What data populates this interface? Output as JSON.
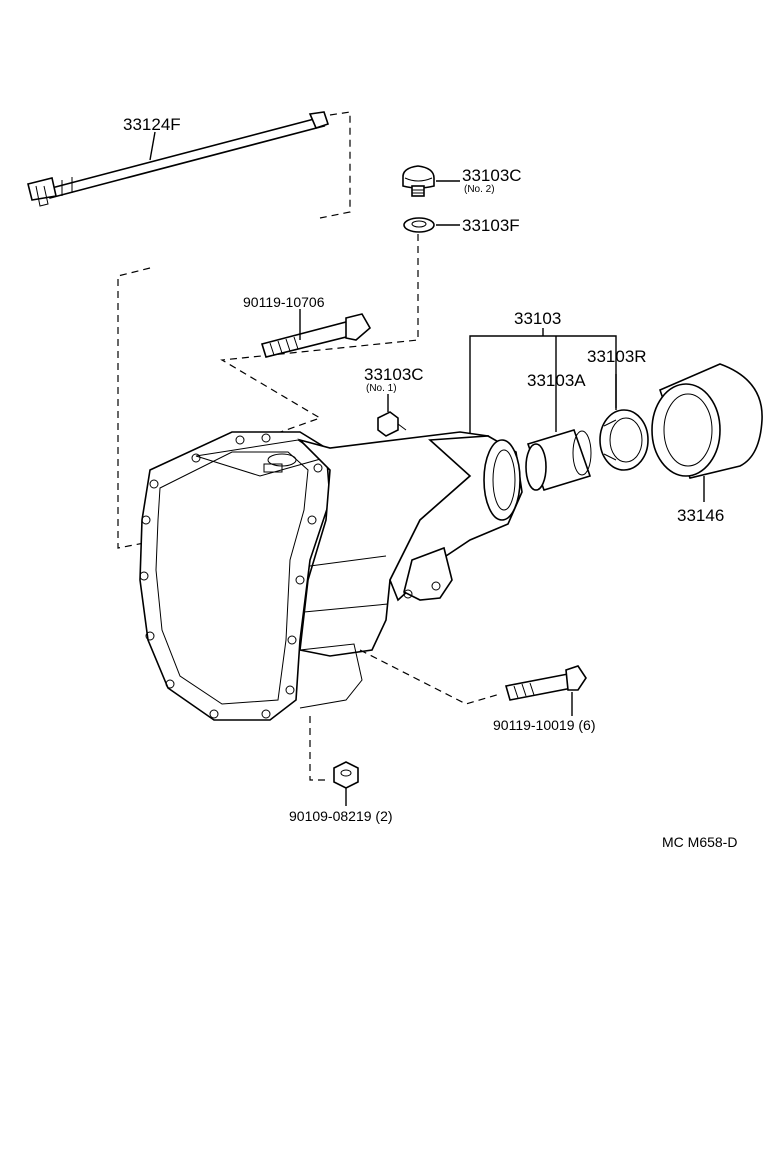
{
  "parts": {
    "oil_cooler_pipe": "33124F",
    "plug_no2": "33103C",
    "plug_no2_note": "(No. 2)",
    "gasket": "33103F",
    "bolt_upper": "90119-10706",
    "housing_assy": "33103",
    "plug_no1": "33103C",
    "plug_no1_note": "(No. 1)",
    "seal_r": "33103R",
    "bushing": "33103A",
    "dust_cover": "33146",
    "bolt_lower": "90119-10019 (6)",
    "nut": "90109-08219 (2)"
  },
  "figure_code": "MC M658-D"
}
